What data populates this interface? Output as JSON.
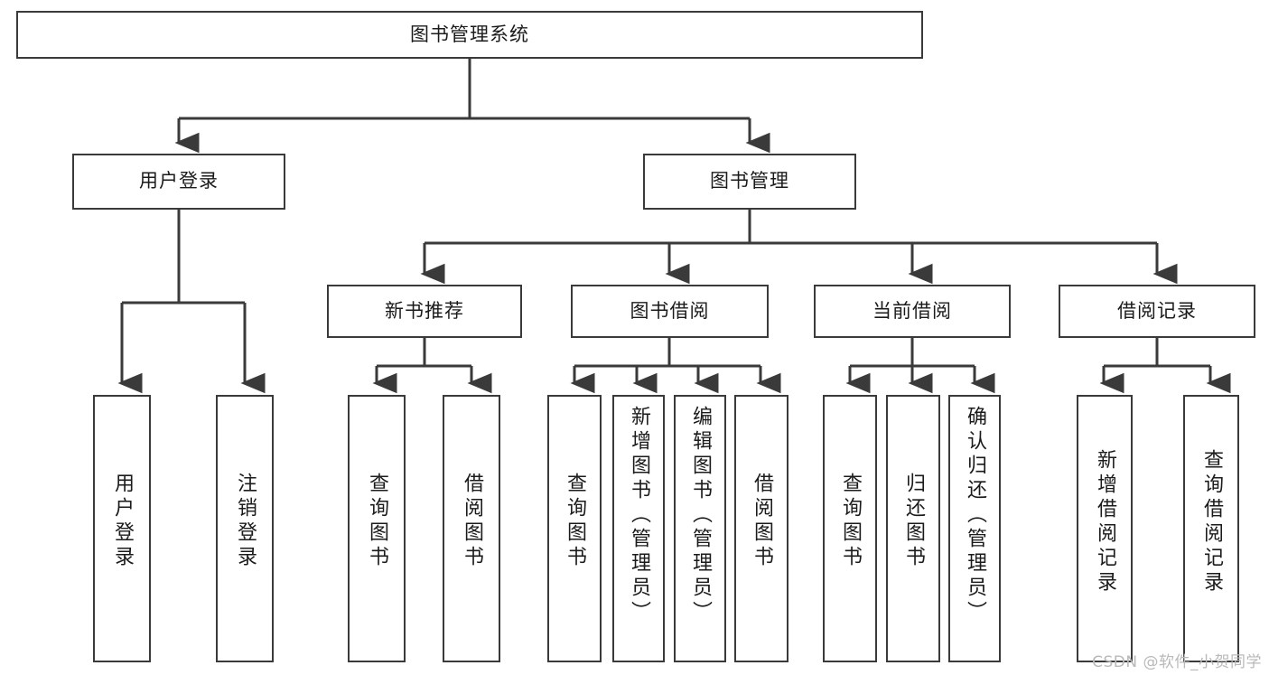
{
  "diagram": {
    "title": "图书管理系统",
    "watermark": "CSDN @软件_小贺同学",
    "type": "tree-hierarchy-diagram",
    "colors": {
      "box_border": "#3a3a3a",
      "box_fill": "#ffffff",
      "connector": "#3a3a3a",
      "text": "#1b1b1b",
      "watermark": "#b9b9b9",
      "background": "#ffffff"
    },
    "root": {
      "label": "图书管理系统"
    },
    "level2": [
      {
        "label": "用户登录"
      },
      {
        "label": "图书管理"
      }
    ],
    "level3": [
      {
        "label": "新书推荐"
      },
      {
        "label": "图书借阅"
      },
      {
        "label": "当前借阅"
      },
      {
        "label": "借阅记录"
      }
    ],
    "leaves": {
      "user_login": [
        {
          "label": "用户登录"
        },
        {
          "label": "注销登录"
        }
      ],
      "new_book": [
        {
          "label": "查询图书"
        },
        {
          "label": "借阅图书"
        }
      ],
      "book_borrow": [
        {
          "label": "查询图书"
        },
        {
          "label": "新增图书（管理员）"
        },
        {
          "label": "编辑图书（管理员）"
        },
        {
          "label": "借阅图书"
        }
      ],
      "current_borrow": [
        {
          "label": "查询图书"
        },
        {
          "label": "归还图书"
        },
        {
          "label": "确认归还（管理员）"
        }
      ],
      "borrow_record": [
        {
          "label": "新增借阅记录"
        },
        {
          "label": "查询借阅记录"
        }
      ]
    }
  }
}
